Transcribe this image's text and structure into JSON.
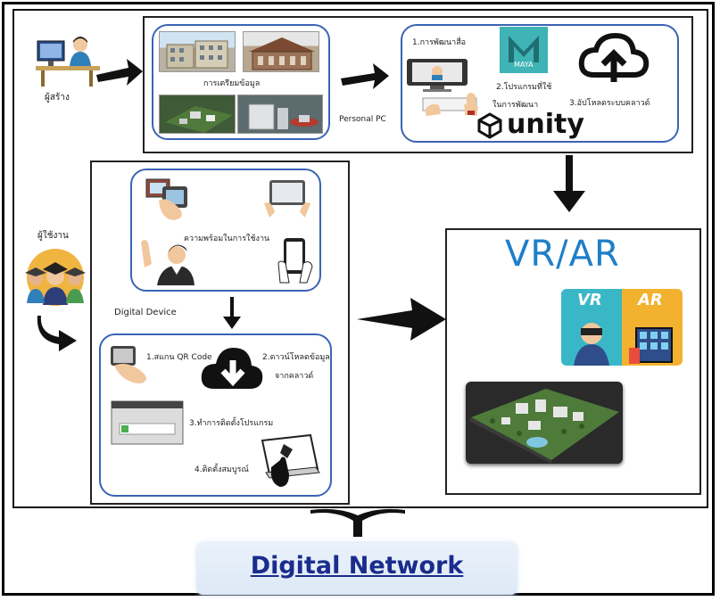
{
  "creator": {
    "label": "ผู้สร้าง"
  },
  "user": {
    "label": "ผู้ใช้งาน"
  },
  "prep": {
    "label": "การเตรียมข้อมูล"
  },
  "personal_pc": {
    "label": "Personal PC"
  },
  "dev_steps": {
    "step1": "1.การพัฒนาสื่อ",
    "step2a": "2.โปรแกรมที่ใช้",
    "step2b": "ในการพัฒนา",
    "step3": "3.อัปโหลดระบบคลาวด์",
    "maya": "MAYA",
    "unity": "unity"
  },
  "readiness": {
    "label": "ความพร้อมในการใช้งาน"
  },
  "digital_device": {
    "label": "Digital Device"
  },
  "install_steps": {
    "s1": "1.สแกน QR Code",
    "s2a": "2.ดาวน์โหลดข้อมูล",
    "s2b": "จากคลาวด์",
    "s3": "3.ทำการติดตั้งโปรแกรม",
    "s4": "4.ติดตั้งสมบูรณ์"
  },
  "vrar": {
    "title": "VR/AR",
    "vr_badge": "VR",
    "ar_badge": "AR"
  },
  "footer": {
    "label": "Digital Network"
  },
  "colors": {
    "accent_blue": "#3a64b5",
    "vr_blue": "#1e7fc8",
    "maya_teal": "#3fb3b5",
    "dn_text": "#1a2c8c"
  }
}
